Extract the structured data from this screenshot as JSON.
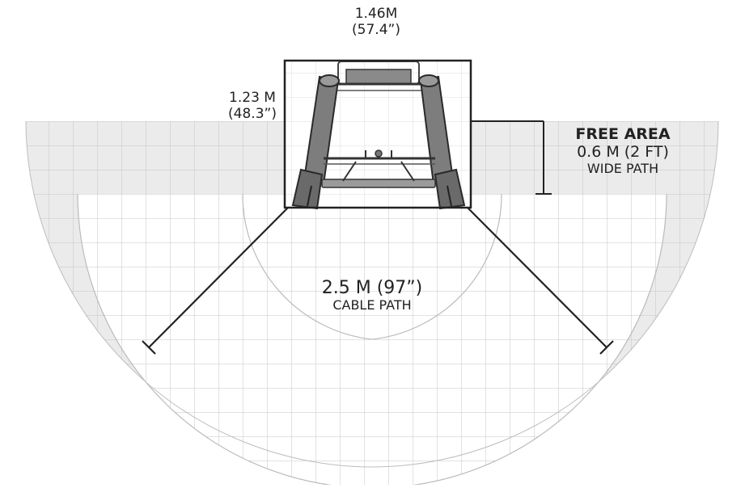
{
  "dimensions": {
    "width_metric": "1.46M",
    "width_imperial": "(57.4”)",
    "depth_metric": "1.23 M",
    "depth_imperial": "(48.3”)"
  },
  "free_area": {
    "title": "FREE AREA",
    "size": "0.6 M (2 FT)",
    "note": "WIDE PATH"
  },
  "cable_path": {
    "size": "2.5 M (97”)",
    "note": "CABLE PATH"
  },
  "colors": {
    "zone_fill": "#ebebeb",
    "grid_line": "#c4c4c4",
    "outline": "#222222",
    "machine": "#7d7d7d"
  }
}
